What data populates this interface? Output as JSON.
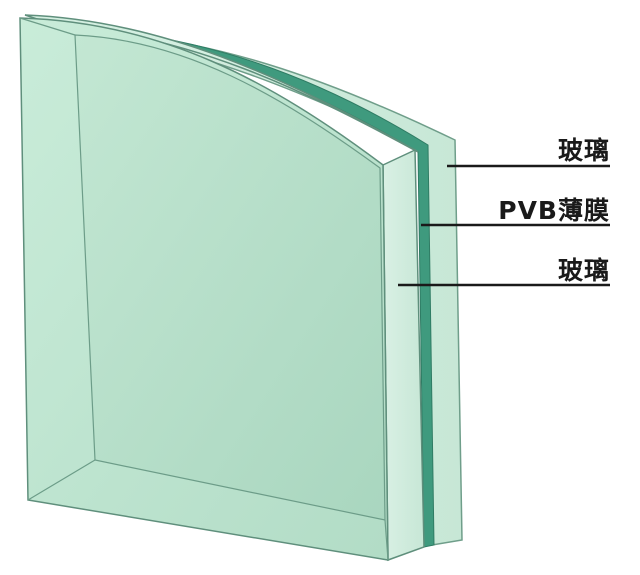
{
  "layers": [
    {
      "label": "玻璃"
    },
    {
      "label": "PVB薄膜"
    },
    {
      "label": "玻璃"
    }
  ],
  "colors": {
    "glass_face": "#bfe5d1",
    "glass_edge": "#b3ddc8",
    "glass_outline": "#5f8f7c",
    "pvb_film": "#3f9a7e",
    "leader_line": "#1a1a1a",
    "label_text": "#1a1a1a"
  }
}
